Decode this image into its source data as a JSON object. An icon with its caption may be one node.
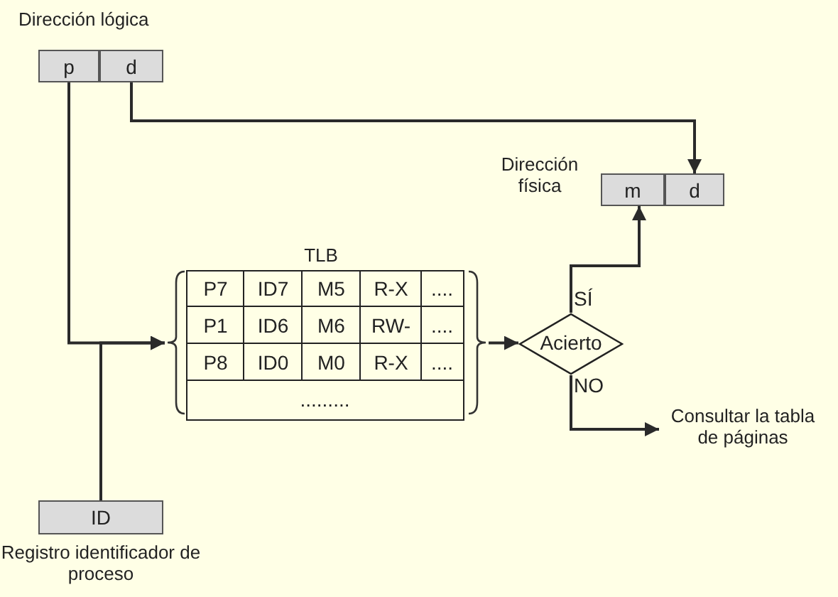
{
  "diagram": {
    "nodes": [
      {
        "text": [
          "Dirección lógica"
        ]
      },
      {
        "text": [
          "p"
        ],
        "in": 0
      },
      {
        "text": [
          "d"
        ],
        "in": 0
      },
      {
        "text": [
          "TLB"
        ]
      },
      {
        "text": [
          "Acierto"
        ]
      },
      {
        "text": [
          "Dirección física"
        ]
      },
      {
        "text": [
          "m"
        ],
        "in": 5
      },
      {
        "text": [
          "d"
        ],
        "in": 5
      },
      {
        "text": [
          "Consultar la tabla de páginas"
        ]
      },
      {
        "text": [
          "ID"
        ],
        "beside": [
          "Registro identificador de proceso"
        ]
      }
    ],
    "edges": [
      {
        "from": 1,
        "to": 3,
        "arrow": "to"
      },
      {
        "from": 9,
        "to": 3,
        "arrow": "to"
      },
      {
        "from": 2,
        "to": 7,
        "arrow": "to"
      },
      {
        "from": 3,
        "to": 4,
        "arrow": "to"
      },
      {
        "from": 4,
        "to": 6,
        "label": "SÍ",
        "arrow": "to"
      },
      {
        "from": 4,
        "to": 8,
        "label": "NO",
        "arrow": "to"
      }
    ],
    "labels": [
      "P7",
      "ID7",
      "M5",
      "R-X",
      "....",
      "P1",
      "ID6",
      "M6",
      "RW-",
      "....",
      "P8",
      "ID0",
      "M0",
      "R-X",
      "....",
      "........."
    ]
  }
}
